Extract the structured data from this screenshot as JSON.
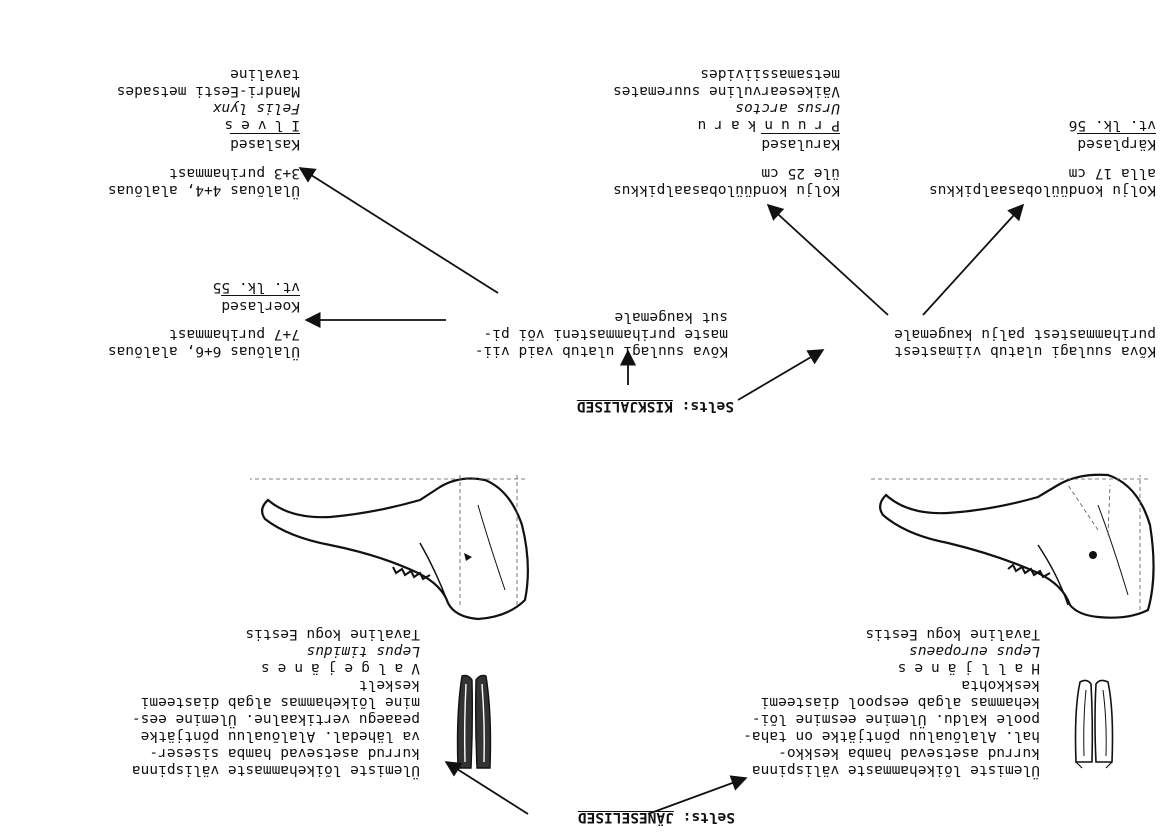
{
  "left": {
    "suborder": {
      "prefix": "Selts:",
      "name": "JÄNESELISED"
    },
    "teeth_note": {
      "left_lines": [
        "Ülemiste lõikehammaste välispinna",
        "kurrud asetsevad hamba keskko-",
        "hal. Alalõualuu põntjätke on taha-",
        "poole kaldu. Ülemine eesmine lõi-",
        "kehammas algab eespool diasteemi",
        "keskkohta"
      ],
      "right_lines": [
        "Ülemiste lõikehammaste välispinna",
        "kurrud asetsevad hamba siseser-",
        "va lähedal. Alalõualuu põntjätke",
        "peaaegu vertikaalne. Ülemine ees-",
        "mine lõikehammas algab diasteemi",
        "keskelt"
      ]
    },
    "species": [
      {
        "name": "Halljänes",
        "latin": "Lepus europaeus",
        "range": "Tavaline kogu Eestis"
      },
      {
        "name": "Valgejänes",
        "latin": "Lepus timidus",
        "range": "Tavaline kogu Eestis"
      }
    ]
  },
  "right": {
    "suborder": {
      "prefix": "Selts:",
      "name": "KISKJALISED"
    },
    "left_key": {
      "lines": [
        "Kõva suulagi ulatub viimastest",
        "purihammastest palju kaugemale"
      ],
      "small": {
        "lines": [
          "Kolju kondüülobasaalpikkus",
          "alla 17 cm"
        ],
        "family": "Kärplased",
        "note": "vt. lk. 56"
      },
      "large": {
        "lines": [
          "Kolju kondüülobasaalpikkus",
          "üle 25 cm"
        ],
        "family": "Karulased",
        "species": "Pruunkaru",
        "latin": "Ursus arctos",
        "range": [
          "Väikesearvuline suuremates",
          "metsamassiivides"
        ]
      }
    },
    "right_key": {
      "lines": [
        "Kõva suulagi ulatub vaid vii-",
        "maste purihammasteni või pi-",
        "sut kaugemale"
      ],
      "dog": {
        "lines": [
          "Ülalõuas 6+6, alalõuas",
          "7+7 purihammast"
        ],
        "family": "Koerlased",
        "note": "vt. lk. 55"
      },
      "cat": {
        "lines": [
          "Ülalõuas 4+4, alalõuas",
          "3+3 purihammast"
        ],
        "family": "Kaslased",
        "species": "Ilves",
        "latin": "Felis lynx",
        "range": [
          "Mandri-Eesti metsades",
          "tavaline"
        ]
      }
    }
  },
  "icons": {
    "arrow": "arrow-icon",
    "incisor": "incisor-drawing",
    "mandible": "mandible-drawing"
  }
}
